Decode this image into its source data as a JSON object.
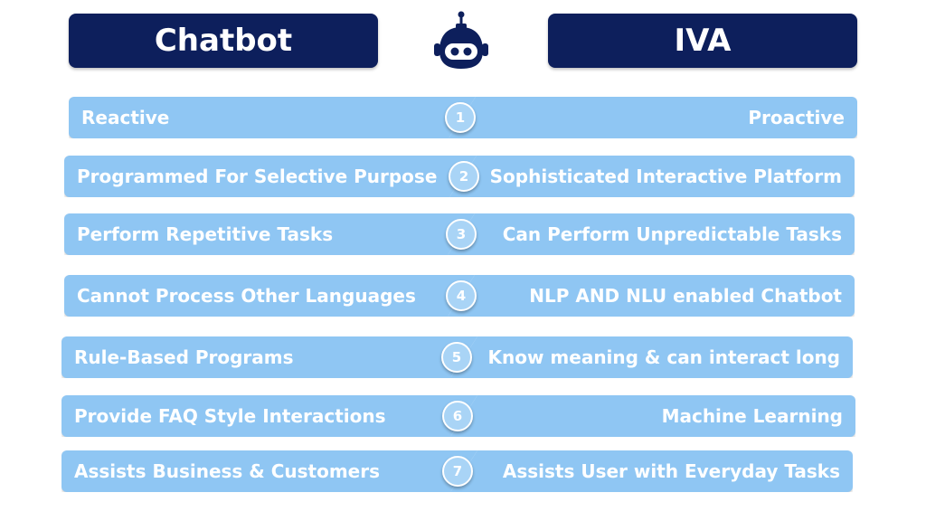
{
  "header": {
    "left_title": "Chatbot",
    "right_title": "IVA"
  },
  "colors": {
    "header_bg": "#0d1f5c",
    "bar_bg": "#8fc6f3",
    "badge_bg": "#a9d4f6",
    "text": "#ffffff"
  },
  "icon": "robot-icon",
  "rows": [
    {
      "number": "1",
      "left": "Reactive",
      "right": "Proactive"
    },
    {
      "number": "2",
      "left": "Programmed For Selective Purpose",
      "right": "Sophisticated Interactive Platform"
    },
    {
      "number": "3",
      "left": "Perform Repetitive Tasks",
      "right": "Can Perform Unpredictable Tasks"
    },
    {
      "number": "4",
      "left": "Cannot Process Other Languages",
      "right": "NLP AND NLU enabled Chatbot"
    },
    {
      "number": "5",
      "left": "Rule-Based Programs",
      "right": "Know meaning & can interact long"
    },
    {
      "number": "6",
      "left": "Provide FAQ Style Interactions",
      "right": "Machine Learning"
    },
    {
      "number": "7",
      "left": "Assists Business & Customers",
      "right": "Assists User with Everyday Tasks"
    }
  ]
}
